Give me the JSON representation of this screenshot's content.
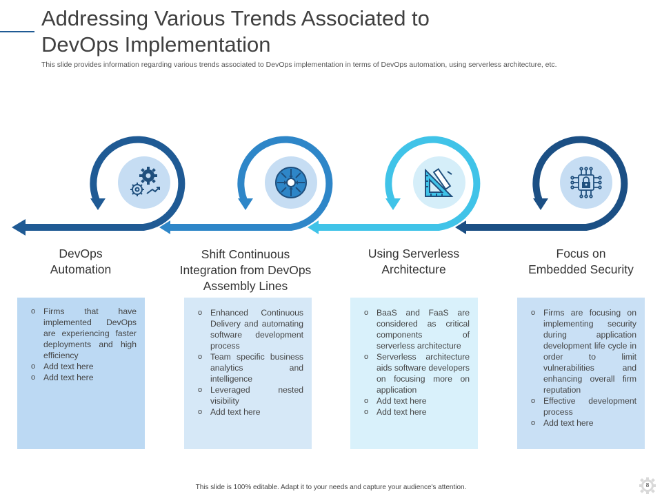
{
  "slide": {
    "title_line1": "Addressing Various Trends Associated to",
    "title_line2": "DevOps Implementation",
    "subtitle": "This slide provides information regarding various trends associated to DevOps implementation in terms of DevOps automation, using serverless architecture, etc.",
    "footer": "This slide is 100% editable. Adapt it to your needs and capture your audience's attention.",
    "page_number": "8"
  },
  "colors": {
    "stage1": "#1f5a94",
    "stage2": "#2e86c8",
    "stage3": "#40c3e8",
    "stage4": "#1b4f84",
    "panel1": "#bcd9f3",
    "panel2": "#d6e8f7",
    "panel3": "#d9f1fb",
    "panel4": "#c9e0f5"
  },
  "stages": [
    {
      "title_lines": [
        "DevOps",
        "Automation"
      ],
      "icon": "gears-icon",
      "bullets": [
        "Firms that have implemented DevOps are experiencing faster deployments and high efficiency",
        "Add text here",
        "Add text here"
      ]
    },
    {
      "title_lines": [
        "Shift Continuous",
        "Integration from DevOps",
        "Assembly Lines"
      ],
      "icon": "integration-icon",
      "bullets": [
        "Enhanced Continuous Delivery and automating software development process",
        "Team specific business analytics and intelligence",
        "Leveraged nested visibility",
        "Add text here"
      ]
    },
    {
      "title_lines": [
        "Using Serverless",
        "Architecture"
      ],
      "icon": "design-tools-icon",
      "bullets": [
        "BaaS and FaaS are considered as critical components of serverless architecture",
        "Serverless architecture aids software developers on focusing more on application",
        "Add text here",
        "Add text here"
      ]
    },
    {
      "title_lines": [
        "Focus on",
        "Embedded Security"
      ],
      "icon": "secure-chip-icon",
      "bullets": [
        "Firms are focusing on implementing security during application development life cycle in order to limit vulnerabilities and enhancing overall firm reputation",
        "Effective development process",
        "Add text here"
      ]
    }
  ]
}
